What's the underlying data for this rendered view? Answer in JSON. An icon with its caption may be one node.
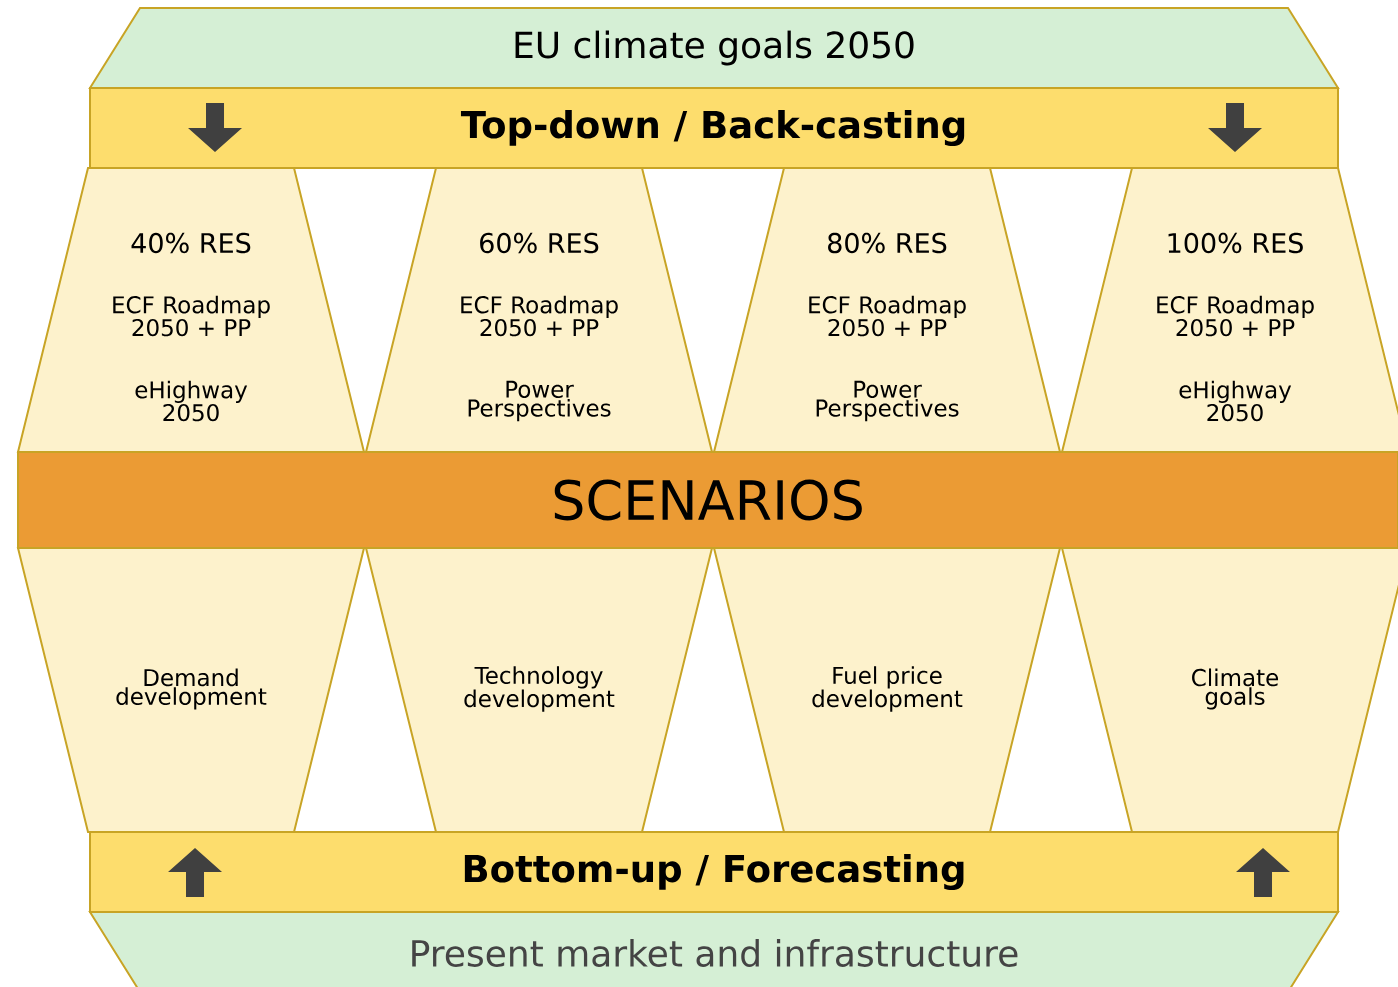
{
  "diagram": {
    "nodes": [
      {
        "text": [
          "EU climate goals 2050"
        ]
      },
      {
        "text": [
          "Top-down / Back-casting"
        ]
      },
      {
        "text": [
          "40% RES",
          "ECF Roadmap 2050 + PP",
          "eHighway 2050"
        ]
      },
      {
        "text": [
          "60% RES",
          "ECF Roadmap 2050 + PP",
          "Power Perspectives"
        ]
      },
      {
        "text": [
          "80% RES",
          "ECF Roadmap 2050 + PP",
          "Power Perspectives"
        ]
      },
      {
        "text": [
          "100% RES",
          "ECF Roadmap 2050 + PP",
          "eHighway 2050"
        ]
      },
      {
        "text": [
          "SCENARIOS"
        ]
      },
      {
        "text": [
          "Demand development"
        ]
      },
      {
        "text": [
          "Technology development"
        ]
      },
      {
        "text": [
          "Fuel price development"
        ]
      },
      {
        "text": [
          "Climate goals"
        ]
      },
      {
        "text": [
          "Bottom-up / Forecasting"
        ]
      },
      {
        "text": [
          "Present market and infrastructure"
        ]
      }
    ]
  }
}
